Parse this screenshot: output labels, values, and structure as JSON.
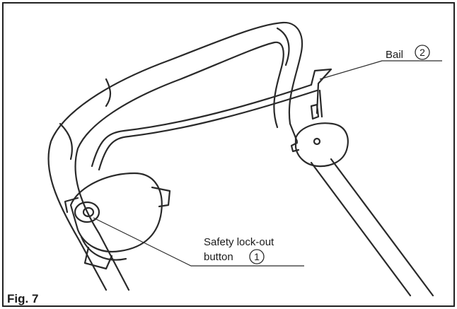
{
  "figure": {
    "caption": "Fig. 7",
    "callouts": [
      {
        "text": "Bail",
        "number": "2"
      },
      {
        "text_line1": "Safety lock-out",
        "text_line2": "button",
        "number": "1"
      }
    ]
  }
}
